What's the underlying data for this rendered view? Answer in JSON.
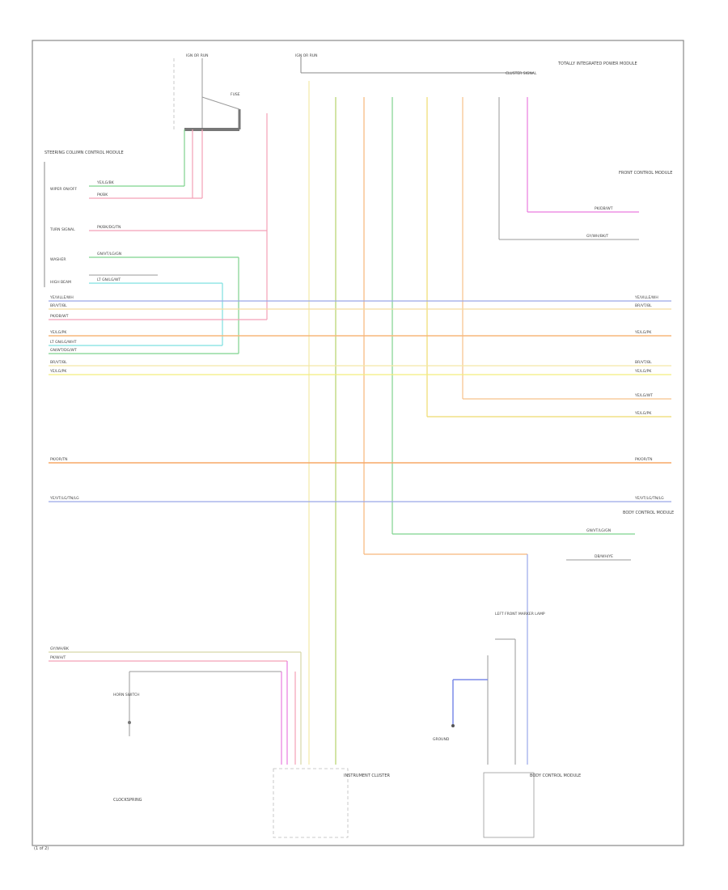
{
  "diagram": {
    "corner_label": "(1 of 2)",
    "wire_labels": {
      "left_1": "YE/VILLE/WH",
      "left_2": "BR/VT/BL",
      "left_3": "PK/DB/WT",
      "left_4": "YE/LG/PK",
      "left_5": "LT GN/LG/WHT",
      "left_6": "GN/WT/DG/WT",
      "left_7": "BR/VT/BL",
      "left_8": "YE/LG/PK",
      "mid_orange": "PK/OR/TN",
      "mid_blue": "YE/VT/LG/TN/LG",
      "right_1": "YE/VILLE/WH",
      "right_2": "BR/VT/BL",
      "right_4": "YE/LG/PK",
      "right_7": "BR/VT/BL",
      "right_8": "YE/LG/PK",
      "right_y1": "YE/LG/PK",
      "right_y2": "YE/LG/WT",
      "mid_orange_r": "PK/OR/TN",
      "mid_blue_r": "YE/VT/LG/TN/LG",
      "bottom_1": "GY/WH/BK",
      "bottom_2": "PK/WH/T",
      "top_bus": "CLUSTER SIGNAL",
      "top_left_1": "YE/LG/BK",
      "top_left_2": "PK/BK",
      "top_left_3": "PK/BK/DG/TN",
      "top_left_4": "GN/VT/LG/GN",
      "top_left_5": "LT GN/LG/WT",
      "right_wire_1": "PK/DB/WT",
      "right_wire_2": "GY/WH/BK/T",
      "right_green": "GN/VT/LG/GN",
      "lower_right": "DB/WH/YE"
    },
    "components": {
      "top_conn_1": "IGN OR RUN",
      "top_conn_2": "IGN OR RUN",
      "fuse_top": "FUSE",
      "top_right_module": "TOTALLY INTEGRATED POWER MODULE",
      "left_module": "STEERING COLUMN CONTROL MODULE",
      "left_sub_1": "WIPER ON/OFF",
      "left_sub_2": "TURN SIGNAL",
      "left_sub_3": "WASHER",
      "left_sub_4": "HIGH BEAM",
      "right_module": "FRONT CONTROL MODULE",
      "right_lower_module": "BODY CONTROL MODULE",
      "lower_left_comp": "HORN SWITCH",
      "lower_left_module": "CLOCKSPRING",
      "lower_mid_module": "INSTRUMENT CLUSTER",
      "lower_right_comp": "LEFT FRONT MARKER LAMP",
      "lower_right_module": "BODY CONTROL MODULE",
      "lower_right_ground": "GROUND"
    }
  }
}
